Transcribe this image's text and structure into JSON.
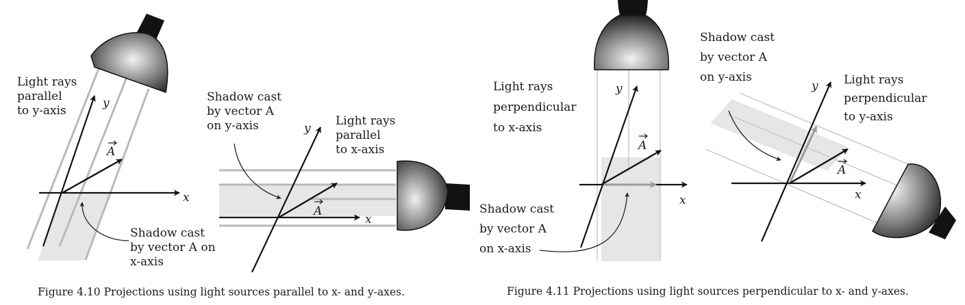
{
  "figure_4_10": {
    "panel_a": {
      "rays_label": [
        "Light rays",
        "parallel",
        "to y-axis"
      ],
      "shadow_label": [
        "Shadow cast",
        "by vector A on",
        "x-axis"
      ],
      "x_axis": "x",
      "y_axis": "y",
      "vector": "A"
    },
    "panel_b": {
      "rays_label": [
        "Light rays",
        "parallel",
        "to x-axis"
      ],
      "shadow_label": [
        "Shadow cast",
        "by vector A",
        "on y-axis"
      ],
      "x_axis": "x",
      "y_axis": "y",
      "vector": "A"
    },
    "caption": "Figure 4.10  Projections using light sources parallel to x- and y-axes."
  },
  "figure_4_11": {
    "panel_a": {
      "rays_label": [
        "Light rays",
        "perpendicular",
        "to x-axis"
      ],
      "shadow_label": [
        "Shadow cast",
        "by vector A",
        "on x-axis"
      ],
      "x_axis": "x",
      "y_axis": "y",
      "vector": "A"
    },
    "panel_b": {
      "rays_label": [
        "Light rays",
        "perpendicular",
        "to y-axis"
      ],
      "shadow_label": [
        "Shadow cast",
        "by vector A",
        "on y-axis"
      ],
      "x_axis": "x",
      "y_axis": "y",
      "vector": "A"
    },
    "caption": "Figure 4.11  Projections using light sources perpendicular to x- and y-axes."
  },
  "colors": {
    "ray": "#b9b9b9",
    "shadow": "#e6e6e6",
    "ink": "#111111",
    "lamp_dark": "#111111",
    "lamp_light": "#eeeeee"
  }
}
